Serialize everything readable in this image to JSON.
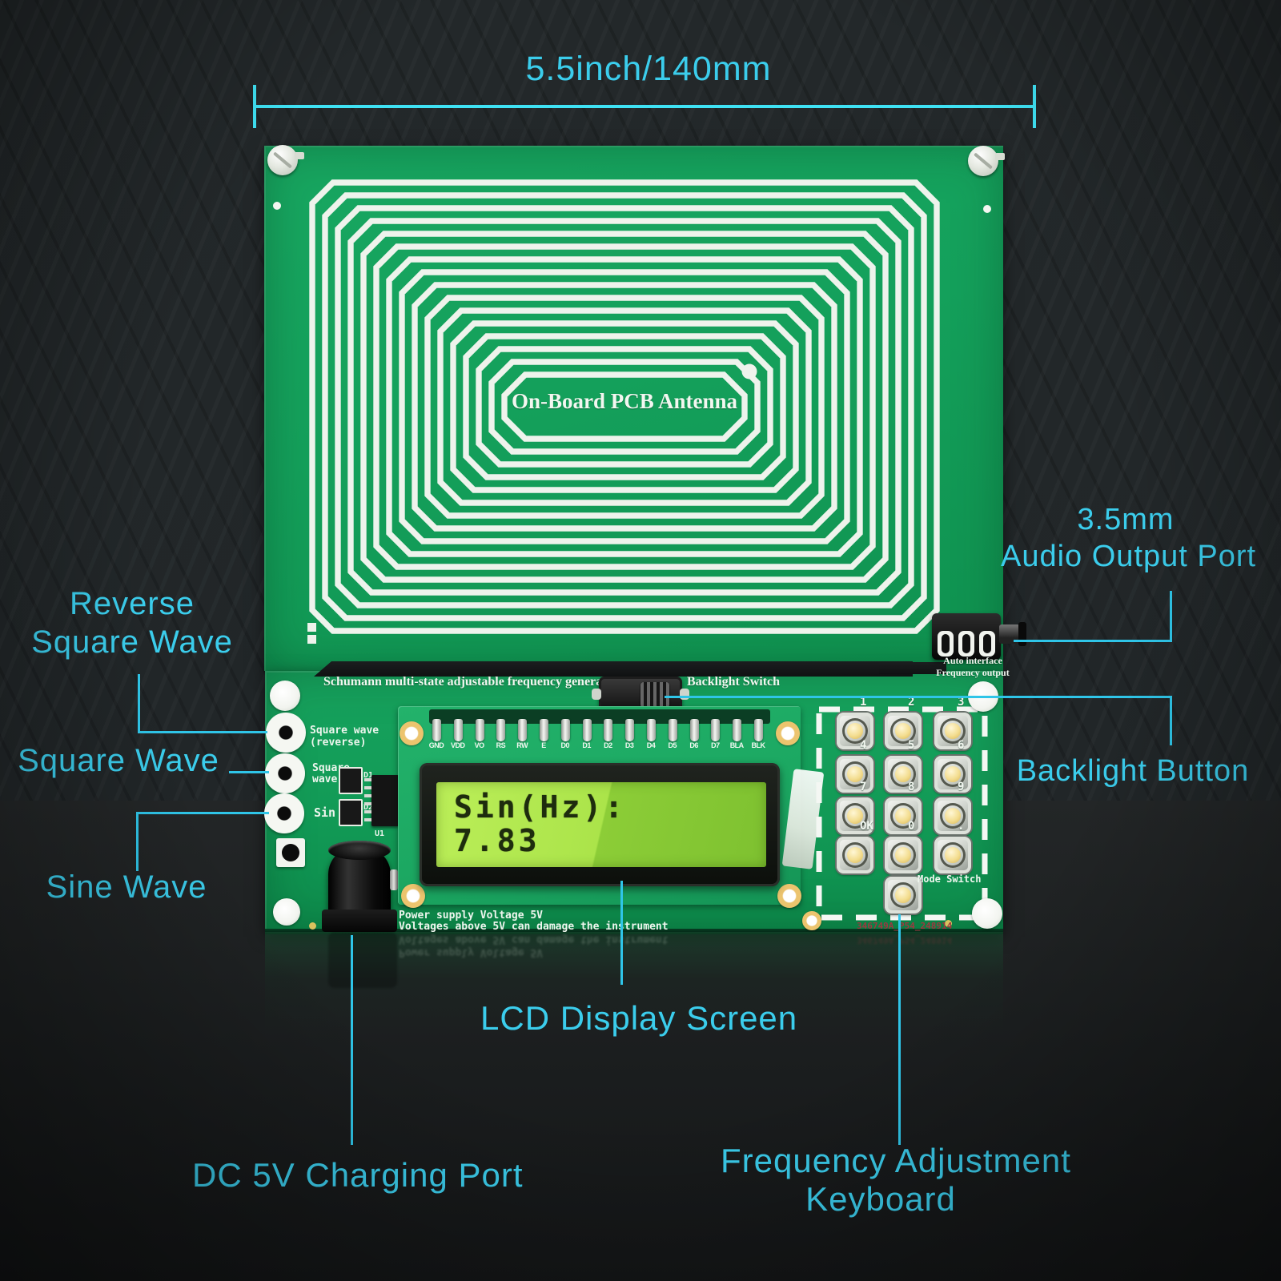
{
  "scene": {
    "dimension_label": "5.5inch/140mm",
    "antenna_label": "On-Board  PCB  Antenna"
  },
  "callouts": {
    "reverse_square_wave": {
      "line1": "Reverse",
      "line2": "Square Wave"
    },
    "square_wave": "Square Wave",
    "sine_wave": "Sine Wave",
    "audio_port": {
      "line1": "3.5mm",
      "line2": "Audio Output Port"
    },
    "backlight_button": "Backlight Button",
    "lcd_display": "LCD Display Screen",
    "dc_port": "DC 5V Charging Port",
    "freq_keyboard": {
      "line1": "Frequency Adjustment",
      "line2": "Keyboard"
    }
  },
  "pcb": {
    "title": "Schumann multi-state adjustable frequency generator",
    "backlight_switch_label": "Backlight Switch",
    "pad_labels": {
      "reverse": {
        "line1": "Square wave",
        "line2": "(reverse)"
      },
      "square": {
        "line1": "Square",
        "line2": "wave"
      },
      "sin": "Sin"
    },
    "audio_jack": {
      "line1": "Auto interface",
      "line2": "Frequency output"
    },
    "warning": {
      "line1": "Power supply Voltage 5V",
      "line2": "Voltages above 5V can damage the instrument"
    },
    "serial": "346749A_P54_248914",
    "components": {
      "d1": "D1",
      "d2": "D2",
      "u1": "U1"
    }
  },
  "lcd": {
    "pin_labels": [
      "GND",
      "VDD",
      "VO",
      "RS",
      "RW",
      "E",
      "D0",
      "D1",
      "D2",
      "D3",
      "D4",
      "D5",
      "D6",
      "D7",
      "BLA",
      "BLK"
    ],
    "line1": "Sin(Hz):",
    "line2": "7.83"
  },
  "keypad": {
    "keys": [
      "1",
      "2",
      "3",
      "4",
      "5",
      "6",
      "7",
      "8",
      "9",
      "OK",
      "0",
      "."
    ],
    "mode_switch_label": "Mode Switch"
  },
  "colors": {
    "board_green": "#14a05b",
    "accent_cyan": "#3bcdec",
    "lcd_green": "#a9e44a",
    "trace_white": "#eef3ec"
  }
}
